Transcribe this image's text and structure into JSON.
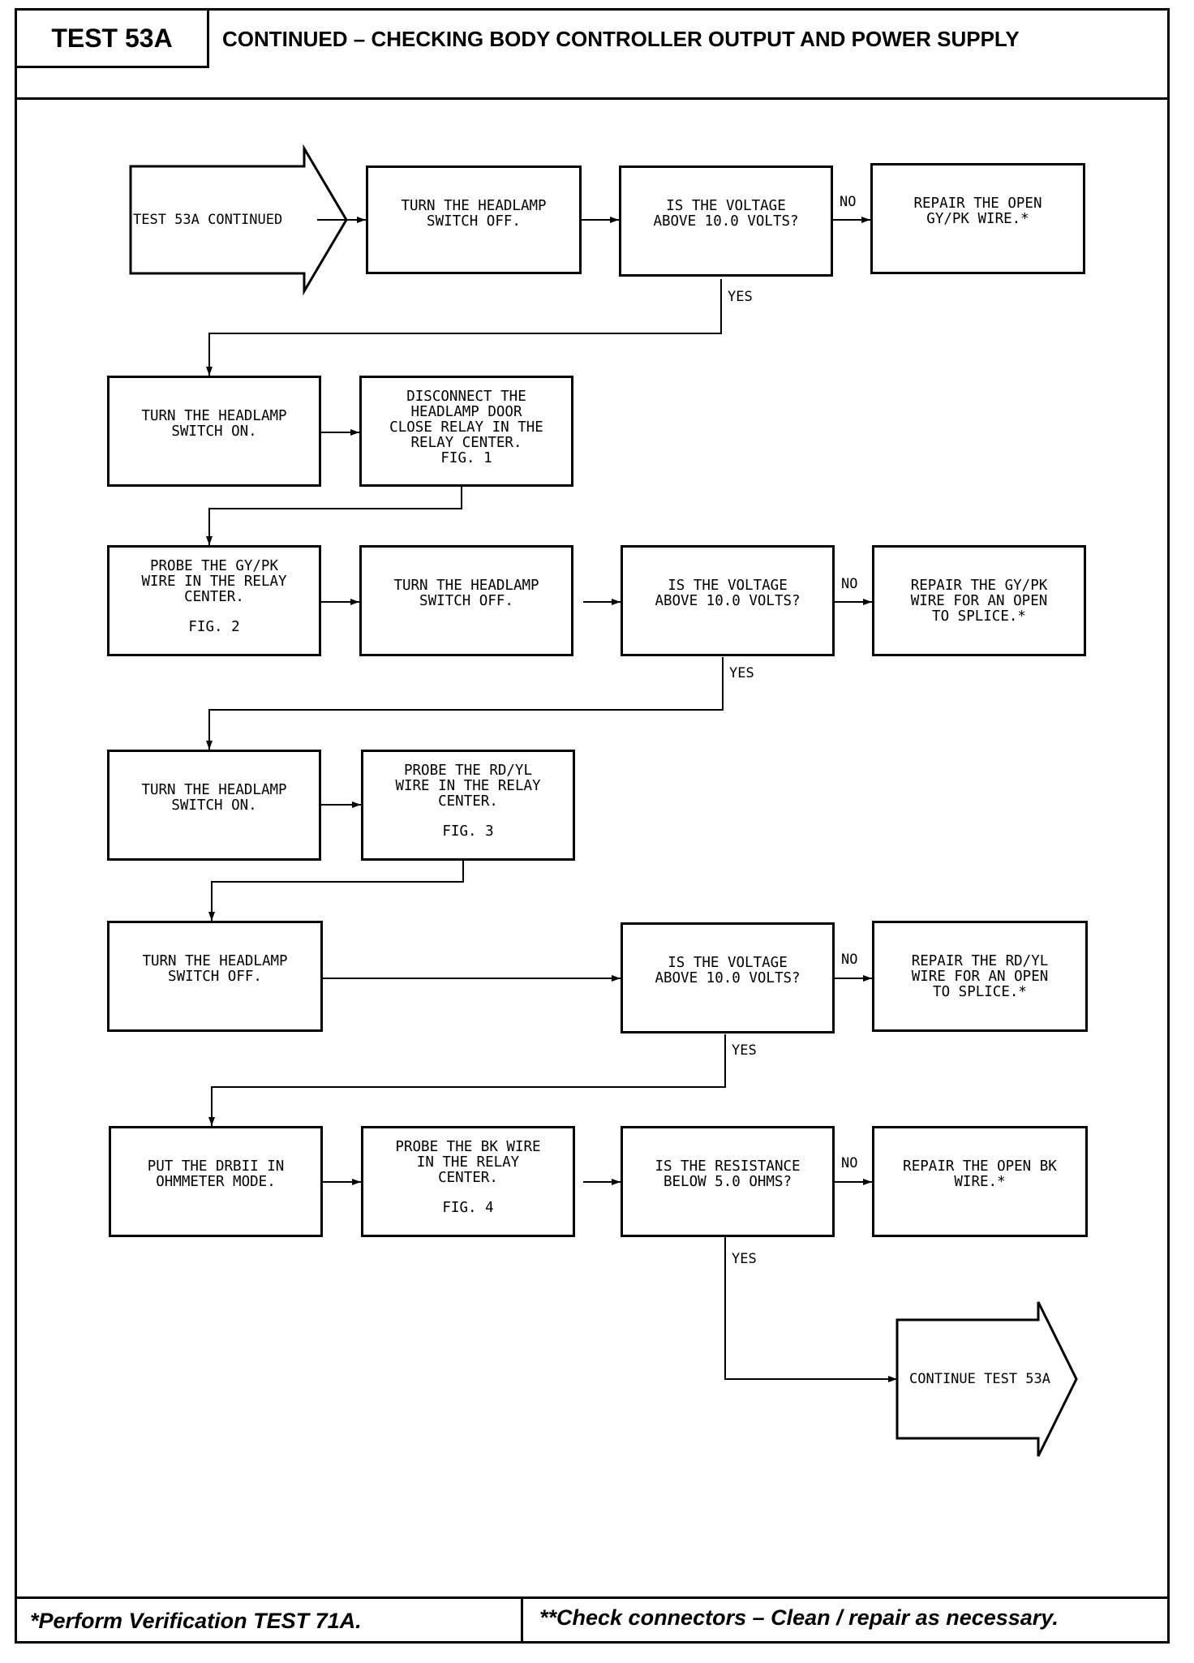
{
  "header": {
    "test_label": "TEST 53A",
    "title": "CONTINUED – CHECKING BODY CONTROLLER OUTPUT AND POWER SUPPLY"
  },
  "flow": {
    "start": "TEST 53A CONTINUED",
    "r1": {
      "step": "TURN THE HEADLAMP\nSWITCH OFF.",
      "question": "IS THE VOLTAGE\nABOVE 10.0 VOLTS?",
      "no_action": "REPAIR THE OPEN\nGY/PK WIRE.*"
    },
    "r2": {
      "step1": "TURN THE HEADLAMP\nSWITCH ON.",
      "step2": "DISCONNECT THE\nHEADLAMP DOOR\nCLOSE RELAY IN THE\nRELAY CENTER.\nFIG. 1"
    },
    "r3": {
      "step1": "PROBE THE GY/PK\nWIRE IN THE RELAY\nCENTER.",
      "step1_fig": "FIG. 2",
      "step2": "TURN THE HEADLAMP\nSWITCH OFF.",
      "question": "IS THE VOLTAGE\nABOVE 10.0 VOLTS?",
      "no_action": "REPAIR THE GY/PK\nWIRE FOR AN OPEN\nTO SPLICE.*"
    },
    "r4": {
      "step1": "TURN THE HEADLAMP\nSWITCH ON.",
      "step2": "PROBE THE RD/YL\nWIRE IN THE RELAY\nCENTER.",
      "step2_fig": "FIG. 3"
    },
    "r5": {
      "step1": "TURN THE HEADLAMP\nSWITCH OFF.",
      "question": "IS THE VOLTAGE\nABOVE 10.0 VOLTS?",
      "no_action": "REPAIR THE RD/YL\nWIRE FOR AN OPEN\nTO SPLICE.*"
    },
    "r6": {
      "step1": "PUT THE DRBII IN\nOHMMETER MODE.",
      "step2": "PROBE THE BK WIRE\nIN THE RELAY\nCENTER.",
      "step2_fig": "FIG. 4",
      "question": "IS THE RESISTANCE\nBELOW 5.0 OHMS?",
      "no_action": "REPAIR THE OPEN BK\nWIRE.*"
    },
    "end": "CONTINUE TEST 53A",
    "no_label": "NO",
    "yes_label": "YES"
  },
  "footer": {
    "left": "*Perform Verification TEST 71A.",
    "right": "**Check connectors – Clean / repair as necessary."
  }
}
